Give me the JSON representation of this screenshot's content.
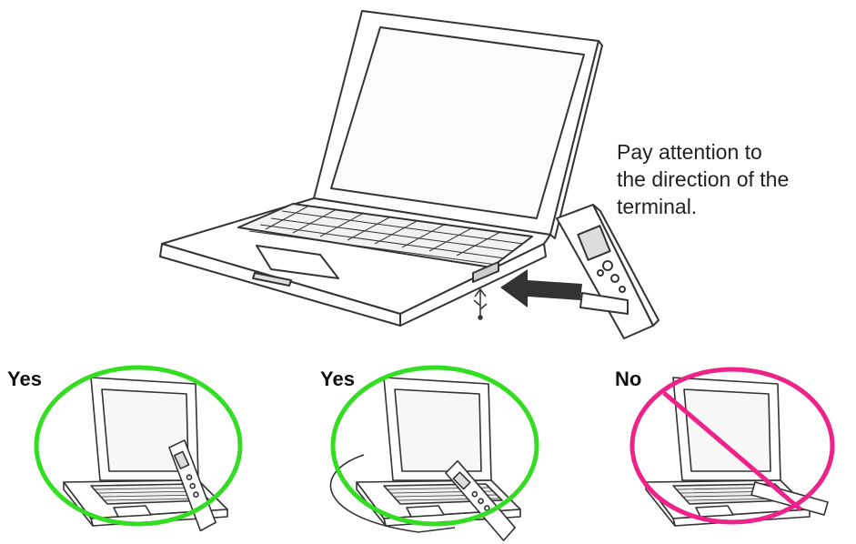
{
  "instruction": {
    "lines": [
      "Pay attention to",
      "the direction of the",
      "terminal."
    ]
  },
  "examples": [
    {
      "label": "Yes",
      "verdict": "correct",
      "ring_color": "#33dd22",
      "icon": "check-circle"
    },
    {
      "label": "Yes",
      "verdict": "correct",
      "ring_color": "#33dd22",
      "icon": "check-circle"
    },
    {
      "label": "No",
      "verdict": "incorrect",
      "ring_color": "#ee2288",
      "icon": "prohibited-circle"
    }
  ],
  "colors": {
    "line_art": "#333333",
    "arrow": "#333333"
  },
  "icons": {
    "connection": "usb-icon",
    "insert": "arrow-right-icon"
  }
}
